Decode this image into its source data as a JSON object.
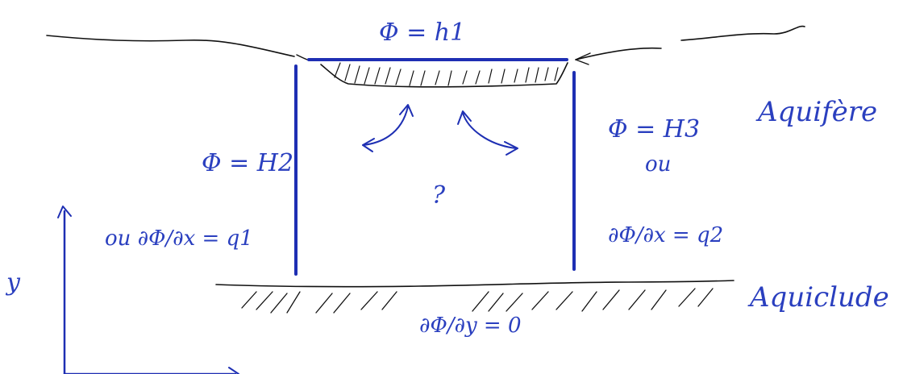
{
  "labels": {
    "top_bc": "Φ = h1",
    "left_bc_1": "Φ = H2",
    "left_bc_2": "ou  ∂Φ/∂x = q1",
    "right_bc_1": "Φ = H3",
    "right_bc_2": "ou",
    "right_bc_3": "∂Φ/∂x = q2",
    "bottom_bc": "∂Φ/∂y = 0",
    "unknown": "?",
    "aquifer": "Aquifère",
    "aquiclude": "Aquiclude",
    "y_axis": "y"
  },
  "colors": {
    "ink_blue": "#1e2fb3",
    "text_blue": "#2a3fbf",
    "ink_black": "#111111"
  }
}
